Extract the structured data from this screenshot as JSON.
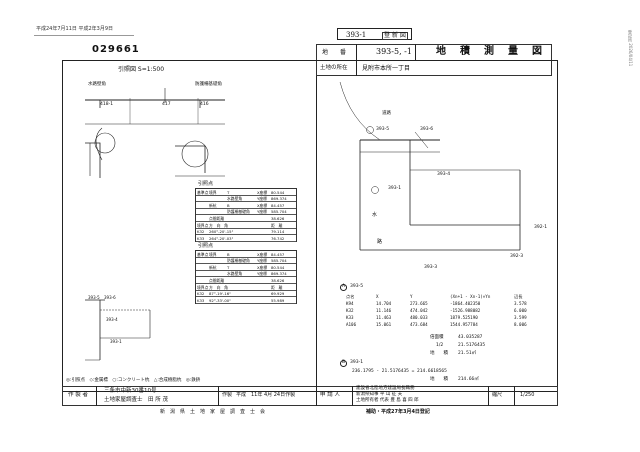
{
  "header": {
    "receipt_stamp": "平成24年7月11日 平成2年3月9日",
    "doc_number": "029661",
    "stamp_number": "393-1",
    "stamp_mark": "登 新 図",
    "side_print": "登記所 2026/04/11"
  },
  "title": {
    "chiban_label": "地　　番",
    "chiban_value": "393-5, -1",
    "doc_title": "地　積　測　量　図",
    "location_label": "土地の所在",
    "location_value": "見附市本所一丁目"
  },
  "index_map": {
    "title": "引照図 S=1:500",
    "label_left": "水路壁角",
    "label_right": "防護柵基礎角",
    "num_a": "418-1",
    "num_b": "417",
    "num_c": "416"
  },
  "ref_tables": {
    "title_1": "引照点",
    "rows_1": [
      [
        "基準点",
        "境界",
        "T",
        "X座標",
        "80.544"
      ],
      [
        "",
        "",
        "水路壁角",
        "Y座標",
        "869.374"
      ],
      [
        "",
        "新杭",
        "B",
        "X座標",
        "84.457"
      ],
      [
        "",
        "",
        "防護柵基礎角",
        "Y座標",
        "585.704"
      ],
      [
        "",
        "点間距離",
        "",
        "",
        "38.626"
      ],
      [
        "境界点",
        "方　向　角",
        "",
        "",
        "距　離"
      ],
      [
        "K32",
        "260°-20'-15\"",
        "",
        "",
        "79.114"
      ],
      [
        "K33",
        "264°-20'-03\"",
        "",
        "",
        "76.742"
      ]
    ],
    "title_2": "引照点",
    "rows_2": [
      [
        "基準点",
        "境界",
        "B",
        "X座標",
        "84.457"
      ],
      [
        "",
        "",
        "防護柵基礎角",
        "Y座標",
        "585.704"
      ],
      [
        "",
        "新杭",
        "T",
        "X座標",
        "80.544"
      ],
      [
        "",
        "",
        "水路壁角",
        "Y座標",
        "869.374"
      ],
      [
        "",
        "点間距離",
        "",
        "",
        "38.626"
      ],
      [
        "境界点",
        "方　向　角",
        "",
        "",
        "距　離"
      ],
      [
        "K32",
        "87°-19'-16\"",
        "",
        "",
        "69.929"
      ],
      [
        "K33",
        "92°-33'-00\"",
        "",
        "",
        "55.989"
      ]
    ]
  },
  "small_map": {
    "lbl_a": "393-5",
    "lbl_b": "393-6",
    "lbl_c": "393-4",
    "lbl_d": "393-1"
  },
  "legend": "◎:引照点　◇:金属標　○:コンクリート杭　△:合成樹脂杭　◎:鉄鋲",
  "main_map": {
    "road": "道路",
    "a_393_5": "393-5",
    "a_393_6": "393-6",
    "a_393_1": "393-1",
    "a_393_4": "393-4",
    "a_392_1": "392-1",
    "a_392_3": "392-3",
    "a_393_3": "393-3",
    "side_text_1": "水",
    "side_text_2": "路",
    "circled_a": "A",
    "circled_b": "B"
  },
  "coords": {
    "section": "393-5",
    "header": [
      "点名",
      "X",
      "Y",
      "(Xn+1 - Xn-1)×Yn",
      "辺長"
    ],
    "rows": [
      [
        "K94",
        "14.704",
        "273.665",
        "-1864.402350",
        "3.578"
      ],
      [
        "K32",
        "11.146",
        "474.042",
        "-1526.988082",
        "6.000"
      ],
      [
        "K33",
        "11.463",
        "480.033",
        "1879.525190",
        "3.599"
      ],
      [
        "A106",
        "15.061",
        "473.684",
        "1544.957784",
        "8.006"
      ]
    ],
    "sum_label": "倍面積",
    "sum_value": "43.035287",
    "half_label": "1/2",
    "half_value": "21.5176435",
    "area_label": "地　　積",
    "area_value": "21.51㎡",
    "b_section": "393-1",
    "b_formula": "236.1795 - 21.5176435 = 214.6618565",
    "b_area_label": "地　　積",
    "b_area_value": "214.66㎡"
  },
  "footer": {
    "creator_label": "作 製 者",
    "creator_line1": "三条市中新30番10号",
    "creator_line2": "土地家屋調査士　田 所 茂",
    "date_label": "作製",
    "date_value": "平成　11年 4月 24日作製",
    "applicant_label": "申 請 人",
    "applicant_line1": "建設省北陸地方建設局長職務",
    "applicant_line2": "新潟県知事 平 山 征 夫",
    "applicant_line3": "土地所有者 代表 豊 島 喜 四 郎",
    "scale_label": "縮尺",
    "scale_value": "1/250",
    "assoc": "新　潟　県　土　地　家　屋　調　査　士　会",
    "reg_date": "補助・平成27年3月4日登記"
  }
}
